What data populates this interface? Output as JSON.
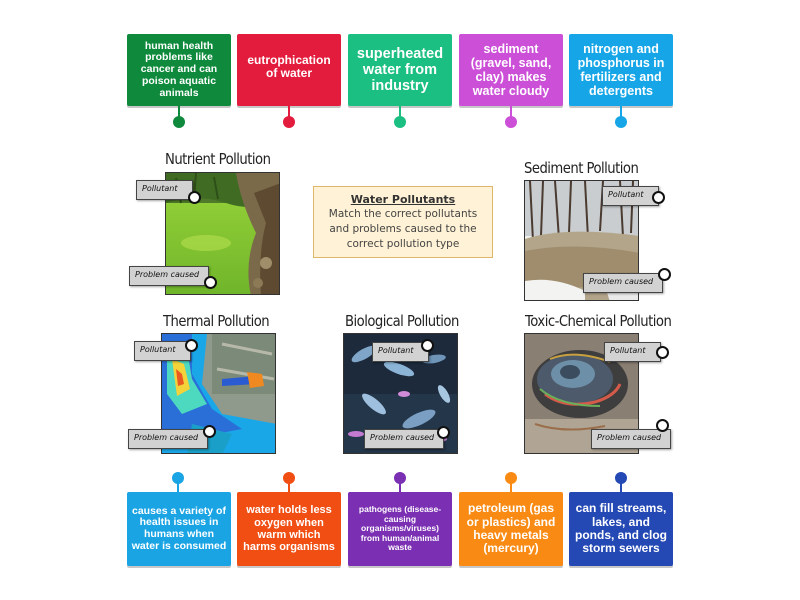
{
  "colors": {
    "green": "#0f8a3c",
    "red": "#e31b3c",
    "teal": "#1bbf82",
    "magenta": "#cc4fd8",
    "sky": "#16a6e8",
    "lightblue": "#1aa4e4",
    "orange_red": "#f04e12",
    "purple": "#7b2fb3",
    "orange": "#f98a13",
    "navy": "#2448b4",
    "instruction_bg": "#fff2d6"
  },
  "top_cards": [
    {
      "text": "human health problems like cancer and can poison aquatic animals"
    },
    {
      "text": "eutrophication of water"
    },
    {
      "text": "superheated water from industry"
    },
    {
      "text": "sediment (gravel, sand, clay) makes water cloudy"
    },
    {
      "text": "nitrogen and phosphorus in fertilizers and detergents"
    }
  ],
  "bottom_cards": [
    {
      "text": "causes a variety of health issues in humans when water is consumed"
    },
    {
      "text": "water holds less oxygen when warm which harms organisms"
    },
    {
      "text": "pathogens (disease-causing organisms/viruses) from human/animal waste"
    },
    {
      "text": "petroleum (gas or plastics) and heavy metals (mercury)"
    },
    {
      "text": "can fill streams, lakes, and ponds, and clog storm sewers"
    }
  ],
  "instructions": {
    "heading": "Water Pollutants",
    "body": "Match the correct pollutants and problems caused to the correct pollution type"
  },
  "panels": {
    "nutrient": {
      "title": "Nutrient Pollution",
      "pollutant_label": "Pollutant",
      "problem_label": "Problem caused"
    },
    "sediment": {
      "title": "Sediment Pollution",
      "pollutant_label": "Pollutant",
      "problem_label": "Problem caused"
    },
    "thermal": {
      "title": "Thermal Pollution",
      "pollutant_label": "Pollutant",
      "problem_label": "Problem caused"
    },
    "biological": {
      "title": "Biological Pollution",
      "pollutant_label": "Pollutant",
      "problem_label": "Problem caused"
    },
    "toxic": {
      "title": "Toxic-Chemical Pollution",
      "pollutant_label": "Pollutant",
      "problem_label": "Problem caused"
    }
  }
}
